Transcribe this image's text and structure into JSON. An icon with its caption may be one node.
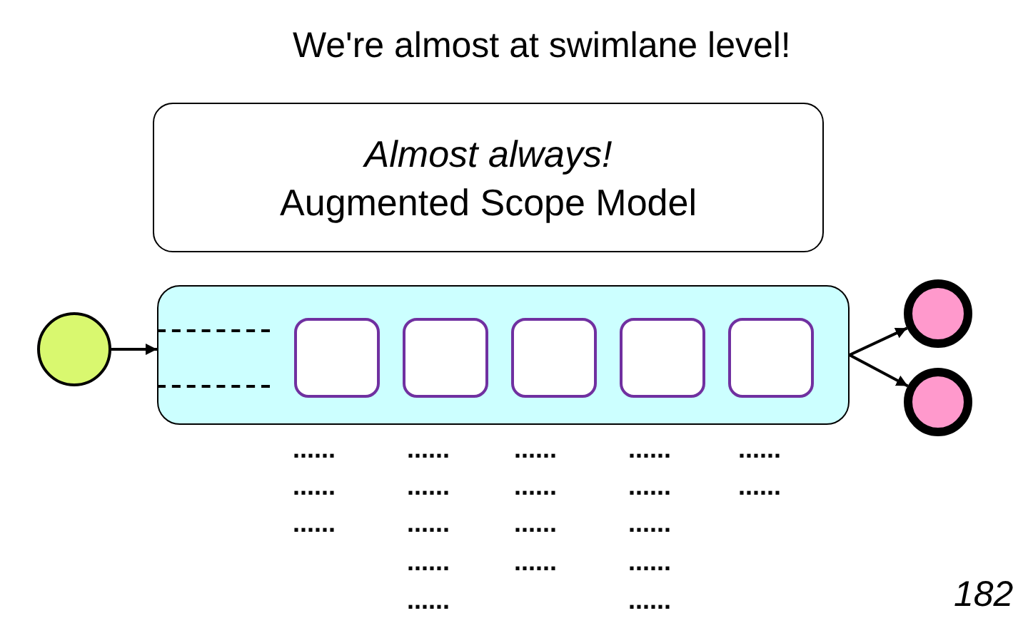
{
  "diagram": {
    "title": "We're almost at swimlane level!",
    "nodes": [
      {
        "text": [
          "Almost always!",
          "Augmented Scope Model"
        ]
      },
      {
        "text": [],
        "shape": "circle"
      },
      {
        "text": [],
        "shape": "box"
      },
      {
        "text": [],
        "shape": "box",
        "in": 2
      },
      {
        "text": [],
        "shape": "box",
        "in": 2
      },
      {
        "text": [],
        "shape": "box",
        "in": 2
      },
      {
        "text": [],
        "shape": "box",
        "in": 2
      },
      {
        "text": [],
        "shape": "box",
        "in": 2
      },
      {
        "text": [],
        "shape": "circle"
      },
      {
        "text": [],
        "shape": "circle"
      }
    ],
    "edges": [
      {
        "from": 1,
        "to": 2,
        "arrow": "to"
      },
      {
        "from": 2,
        "to": 8,
        "arrow": "to"
      },
      {
        "from": 2,
        "to": 9,
        "arrow": "to"
      }
    ],
    "labels": [
      "......",
      "......",
      "......",
      "......",
      "......",
      "......",
      "......",
      "......",
      "......",
      "......",
      "......",
      "......",
      "......",
      "......",
      "......",
      "......",
      "......",
      "......",
      "......",
      "182"
    ]
  }
}
